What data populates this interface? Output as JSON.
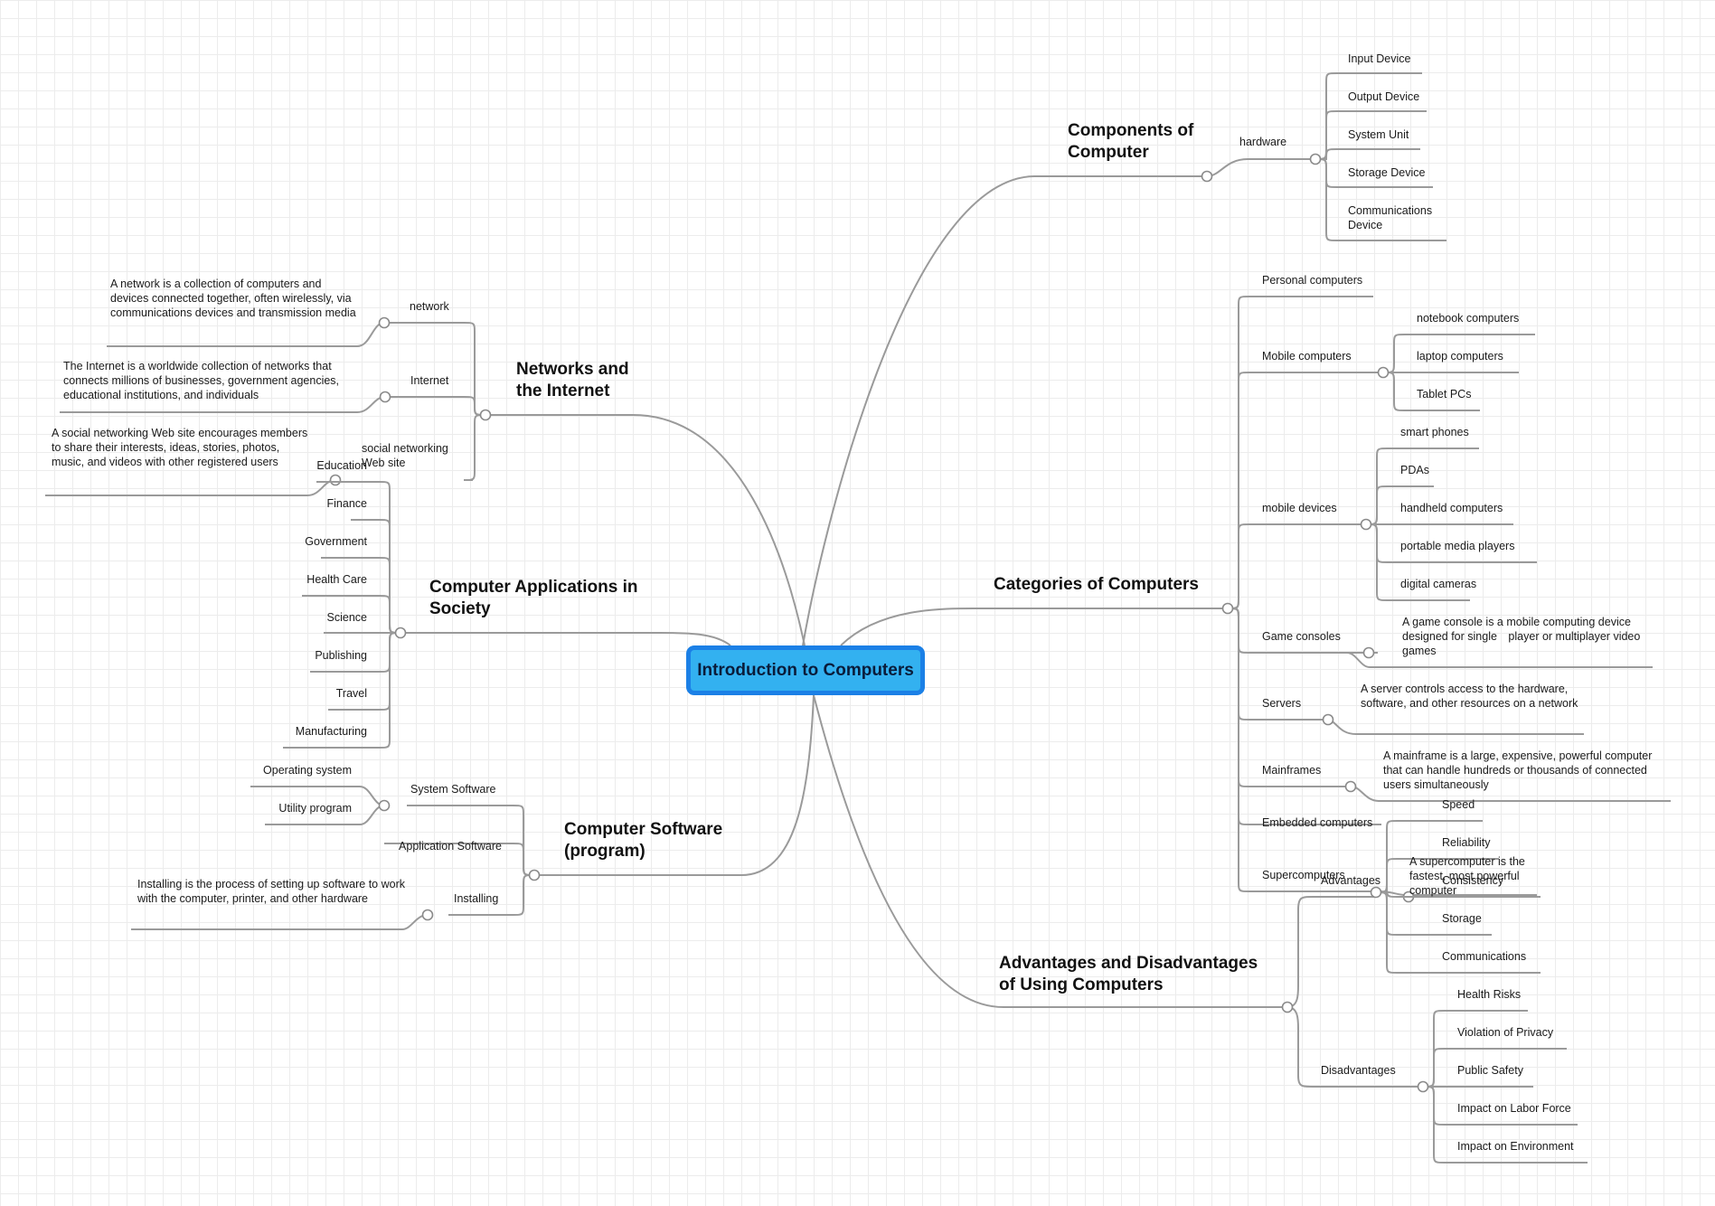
{
  "root": "Introduction to Computers",
  "branches": {
    "components": {
      "title": "Components of Computer",
      "hardware": {
        "label": "hardware",
        "items": [
          "Input Device",
          "Output Device",
          "System Unit",
          "Storage Device",
          "Communications Device"
        ]
      }
    },
    "categories": {
      "title": "Categories of Computers",
      "personal": "Personal computers",
      "mobile_computers": {
        "label": "Mobile computers",
        "items": [
          "notebook computers",
          "laptop computers",
          "Tablet PCs"
        ]
      },
      "mobile_devices": {
        "label": "mobile devices",
        "items": [
          "smart phones",
          "PDAs",
          "handheld computers",
          "portable media players",
          "digital cameras"
        ]
      },
      "game_consoles": {
        "label": "Game consoles",
        "note": "A game console is a mobile computing device designed for single　player or multiplayer video games"
      },
      "servers": {
        "label": "Servers",
        "note": "A server controls access to the hardware, software, and other resources on a network"
      },
      "mainframes": {
        "label": "Mainframes",
        "note": "A mainframe is a large, expensive, powerful computer that can handle hundreds or thousands of connected users simultaneously"
      },
      "embedded": "Embedded computers",
      "supercomputers": {
        "label": "Supercomputers",
        "note": "A supercomputer is the fastest, most powerful computer"
      }
    },
    "advantages": {
      "title": "Advantages and Disadvantages of Using Computers",
      "adv": {
        "label": "Advantages",
        "items": [
          "Speed",
          "Reliability",
          "Consistency",
          "Storage",
          "Communications"
        ]
      },
      "dis": {
        "label": "Disadvantages",
        "items": [
          "Health Risks",
          "Violation of Privacy",
          "Public Safety",
          "Impact on Labor Force",
          "Impact on Environment"
        ]
      }
    },
    "networks": {
      "title": "Networks and the Internet",
      "network": {
        "label": "network",
        "note": "A network is a collection of computers and devices connected together, often wirelessly, via communications devices and transmission media"
      },
      "internet": {
        "label": "Internet",
        "note": "The Internet is a worldwide collection of networks that connects millions of businesses, government agencies, educational institutions, and individuals"
      },
      "social": {
        "label": "social networking Web site",
        "note": "A social networking Web site encourages members to share their interests, ideas, stories, photos, music, and videos with other registered users"
      }
    },
    "applications": {
      "title": "Computer Applications in Society",
      "items": [
        "Education",
        "Finance",
        "Government",
        "Health Care",
        "Science",
        "Publishing",
        "Travel",
        "Manufacturing"
      ]
    },
    "software": {
      "title": "Computer Software (program)",
      "system": {
        "label": "System Software",
        "items": [
          "Operating system",
          "Utility program"
        ]
      },
      "application": "Application Software",
      "installing": {
        "label": "Installing",
        "note": "Installing is the process of setting up software to work with the computer, printer, and other hardware"
      }
    }
  }
}
